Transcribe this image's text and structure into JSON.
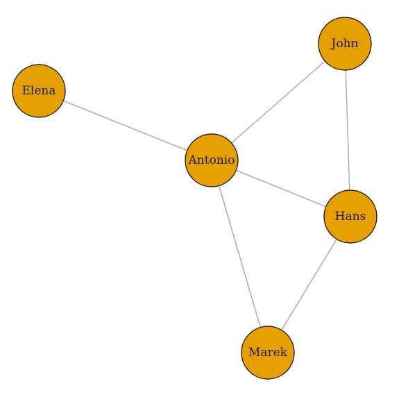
{
  "graph": {
    "node_fill": "#E69F00",
    "node_stroke": "#000000",
    "label_color": "#1A1A6E",
    "edge_color": "#A6A6A6",
    "nodes": [
      {
        "id": "elena",
        "label": "Elena"
      },
      {
        "id": "john",
        "label": "John"
      },
      {
        "id": "antonio",
        "label": "Antonio"
      },
      {
        "id": "hans",
        "label": "Hans"
      },
      {
        "id": "marek",
        "label": "Marek"
      }
    ],
    "edges": [
      {
        "source": "elena",
        "target": "antonio"
      },
      {
        "source": "john",
        "target": "antonio"
      },
      {
        "source": "john",
        "target": "hans"
      },
      {
        "source": "antonio",
        "target": "hans"
      },
      {
        "source": "antonio",
        "target": "marek"
      },
      {
        "source": "hans",
        "target": "marek"
      }
    ]
  }
}
